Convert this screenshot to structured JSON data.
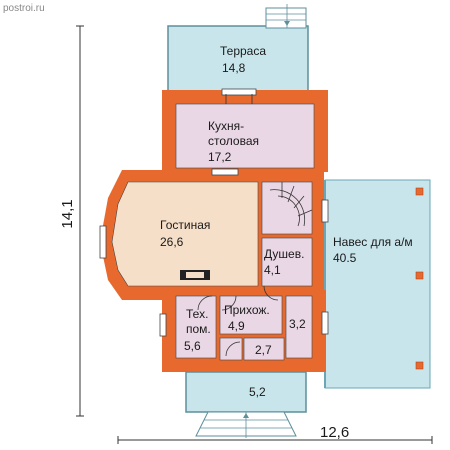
{
  "watermark": "postroi.ru",
  "colors": {
    "wall": "#e8692e",
    "terrace_floor": "#c9e5ec",
    "room_floor": "#ead7e6",
    "living_floor": "#f6dfc8",
    "dimension": "#333333"
  },
  "rooms": {
    "terrace": {
      "name": "Терраса",
      "area": "14,8"
    },
    "kitchen": {
      "name_line1": "Кухня-",
      "name_line2": "столовая",
      "area": "17,2"
    },
    "living": {
      "name": "Гостиная",
      "area": "26,6"
    },
    "shower": {
      "name": "Душев.",
      "area": "4,1"
    },
    "carport": {
      "name": "Навес для а/м",
      "area": "40.5"
    },
    "tech": {
      "name_line1": "Тех.",
      "name_line2": "пом.",
      "area": "5,6"
    },
    "hall": {
      "name": "Прихож.",
      "area": "4,9"
    },
    "closet_right": {
      "area": "3,2"
    },
    "closet_small": {
      "area": "2,7"
    },
    "porch": {
      "area": "5,2"
    }
  },
  "dimensions": {
    "height": "14,1",
    "width": "12,6"
  }
}
